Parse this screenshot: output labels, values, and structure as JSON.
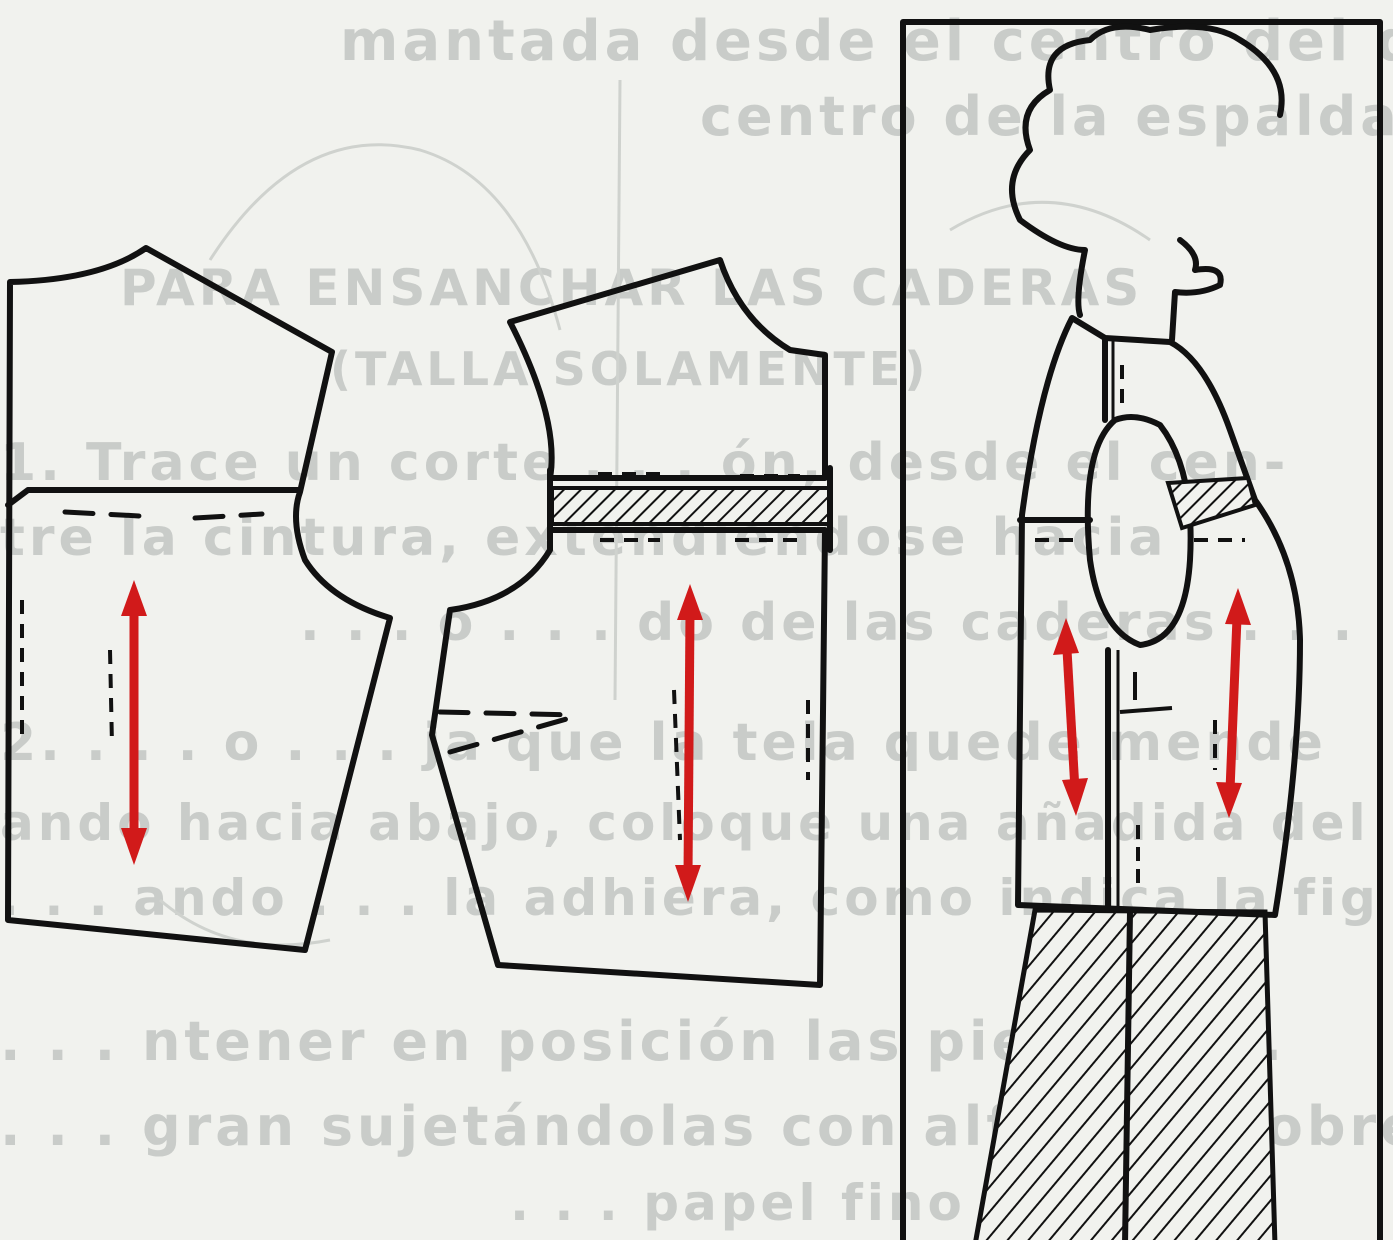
{
  "diagram": {
    "accent_color": "#d11a1a",
    "ink_color": "#111111",
    "paper_color": "#f1f2ee",
    "bleed_through_text": [
      "mantada desde el centro del delantero a",
      "centro de la espalda.",
      "PARA ENSANCHAR LAS CADERAS",
      "(TALLA SOLAMENTE)",
      "1. Trace un corte . . . ón, desde el cen-",
      "tre la cintura, extendiéndose hacia",
      ". . . o . . . do de las caderas . . .",
      "2. . . . o . . . ja que la tela quede mende",
      "ando hacia abajo, coloque una añadida del",
      ". . . ando . . . la adhiera, como indica la fig",
      ". . . ntener en posición las piezas . . .",
      ". . . gran sujetándolas con alfileres sobre",
      ". . . papel fino"
    ],
    "pieces": [
      {
        "name": "back-bodice-pattern",
        "grainline": "red-arrow"
      },
      {
        "name": "front-bodice-pattern",
        "grainline": "red-arrow"
      },
      {
        "name": "figure-side-view",
        "grainline": "red-arrow"
      }
    ]
  }
}
